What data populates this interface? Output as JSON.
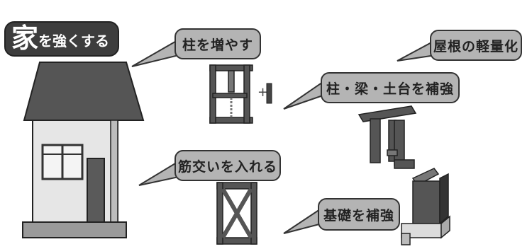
{
  "title": {
    "main": "家",
    "rest": "を強くする"
  },
  "labels": {
    "more_pillars": "柱を増やす",
    "bracing": "筋交いを入れる",
    "lighter_roof": "屋根の軽量化",
    "reinforce_frame": "柱・梁・土台を補強",
    "reinforce_foundation": "基礎を補強"
  }
}
